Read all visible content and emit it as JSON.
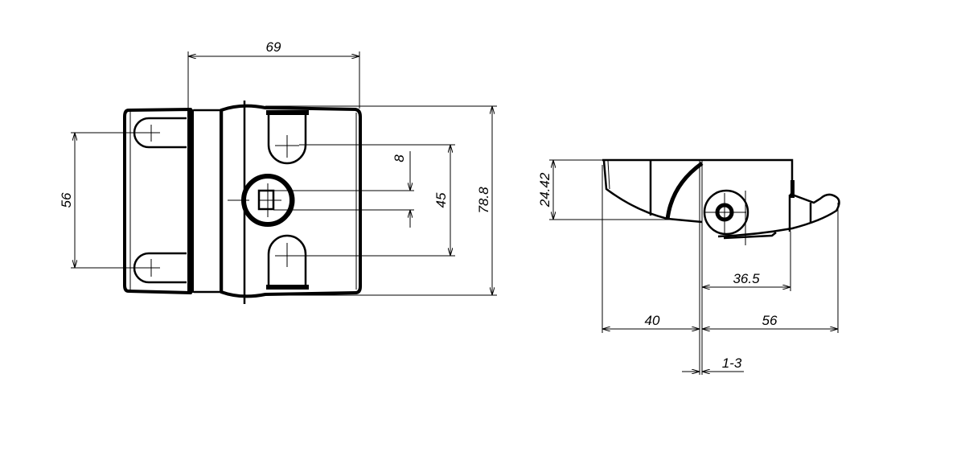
{
  "title": "Hinge technical drawing",
  "front_view": {
    "dimensions": {
      "width_top": "69",
      "hole_spacing_left": "56",
      "hub_offset": "8",
      "hole_spacing_right": "45",
      "total_height": "78.8"
    }
  },
  "side_view": {
    "dimensions": {
      "height": "24.42",
      "pivot_offset": "36.5",
      "left_length": "40",
      "right_length": "56",
      "gap": "1-3"
    }
  }
}
